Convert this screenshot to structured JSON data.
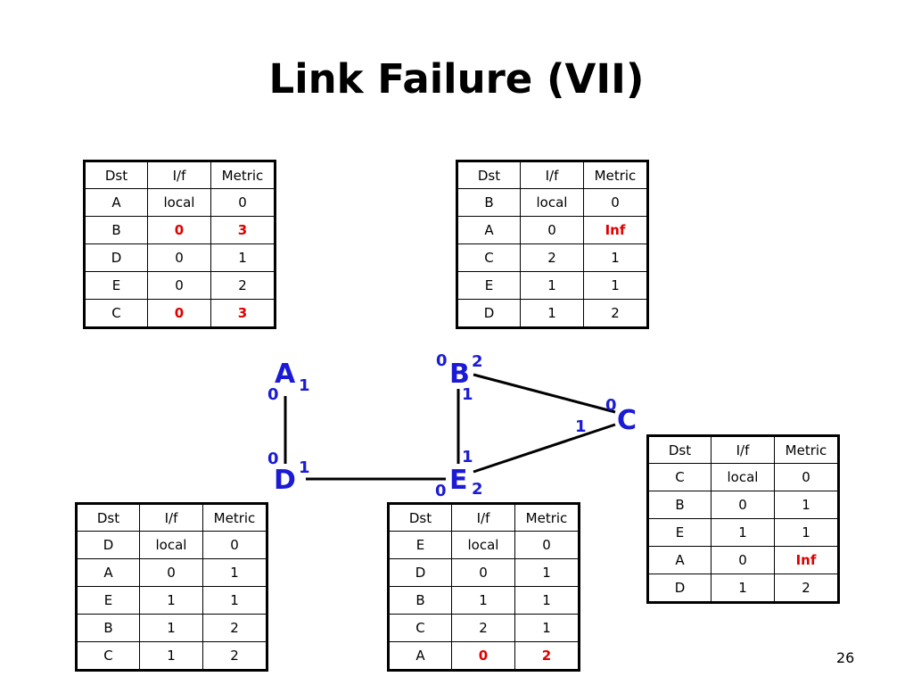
{
  "title": "Link Failure (VII)",
  "page_number": "26",
  "colors": {
    "node": "#1b1bd6",
    "highlight": "#e00000",
    "line": "#000000"
  },
  "headers": [
    "Dst",
    "I/f",
    "Metric"
  ],
  "tables": {
    "A": [
      {
        "dst": "A",
        "iface": "local",
        "metric": "0",
        "hl": false
      },
      {
        "dst": "B",
        "iface": "0",
        "metric": "3",
        "hl": true
      },
      {
        "dst": "D",
        "iface": "0",
        "metric": "1",
        "hl": false
      },
      {
        "dst": "E",
        "iface": "0",
        "metric": "2",
        "hl": false
      },
      {
        "dst": "C",
        "iface": "0",
        "metric": "3",
        "hl": true
      }
    ],
    "B": [
      {
        "dst": "B",
        "iface": "local",
        "metric": "0",
        "hl": false
      },
      {
        "dst": "A",
        "iface": "0",
        "metric": "Inf",
        "hl": "metric"
      },
      {
        "dst": "C",
        "iface": "2",
        "metric": "1",
        "hl": false
      },
      {
        "dst": "E",
        "iface": "1",
        "metric": "1",
        "hl": false
      },
      {
        "dst": "D",
        "iface": "1",
        "metric": "2",
        "hl": false
      }
    ],
    "C": [
      {
        "dst": "C",
        "iface": "local",
        "metric": "0",
        "hl": false
      },
      {
        "dst": "B",
        "iface": "0",
        "metric": "1",
        "hl": false
      },
      {
        "dst": "E",
        "iface": "1",
        "metric": "1",
        "hl": false
      },
      {
        "dst": "A",
        "iface": "0",
        "metric": "Inf",
        "hl": "metric"
      },
      {
        "dst": "D",
        "iface": "1",
        "metric": "2",
        "hl": false
      }
    ],
    "D": [
      {
        "dst": "D",
        "iface": "local",
        "metric": "0",
        "hl": false
      },
      {
        "dst": "A",
        "iface": "0",
        "metric": "1",
        "hl": false
      },
      {
        "dst": "E",
        "iface": "1",
        "metric": "1",
        "hl": false
      },
      {
        "dst": "B",
        "iface": "1",
        "metric": "2",
        "hl": false
      },
      {
        "dst": "C",
        "iface": "1",
        "metric": "2",
        "hl": false
      }
    ],
    "E": [
      {
        "dst": "E",
        "iface": "local",
        "metric": "0",
        "hl": false
      },
      {
        "dst": "D",
        "iface": "0",
        "metric": "1",
        "hl": false
      },
      {
        "dst": "B",
        "iface": "1",
        "metric": "1",
        "hl": false
      },
      {
        "dst": "C",
        "iface": "2",
        "metric": "1",
        "hl": false
      },
      {
        "dst": "A",
        "iface": "0",
        "metric": "2",
        "hl": true
      }
    ]
  },
  "nodes": [
    "A",
    "B",
    "C",
    "D",
    "E"
  ],
  "ports": {
    "a0": "0",
    "a1": "1",
    "b0": "0",
    "b1": "1",
    "b2": "2",
    "c0": "0",
    "c1": "1",
    "d0": "0",
    "d1": "1",
    "e0": "0",
    "e1": "1",
    "e2": "2"
  }
}
